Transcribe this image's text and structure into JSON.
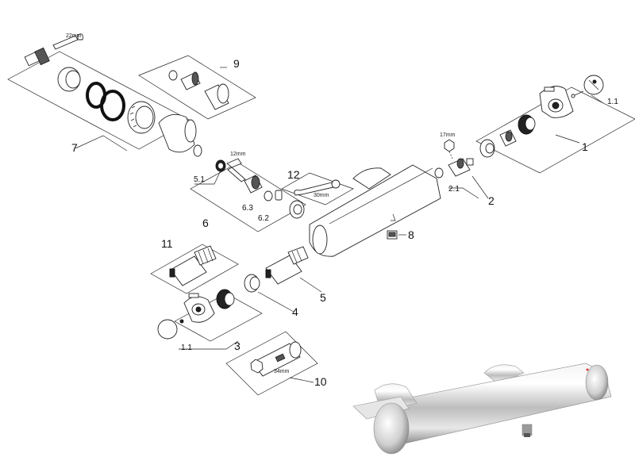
{
  "callouts": {
    "c1": "1",
    "c1_1a": "1.1",
    "c2": "2",
    "c2_1": "2.1",
    "c3": "3",
    "c1_1b": "1.1",
    "c4": "4",
    "c5": "5",
    "c5_1": "5.1",
    "c6": "6",
    "c6_2": "6.2",
    "c6_3": "6.3",
    "c7": "7",
    "c8": "8",
    "c9": "9",
    "c10": "10",
    "c11": "11",
    "c12": "12"
  },
  "dimensions": {
    "d22": "22mm",
    "d17": "17mm",
    "d12": "12mm",
    "d30": "30mm",
    "d34": "34mm"
  }
}
